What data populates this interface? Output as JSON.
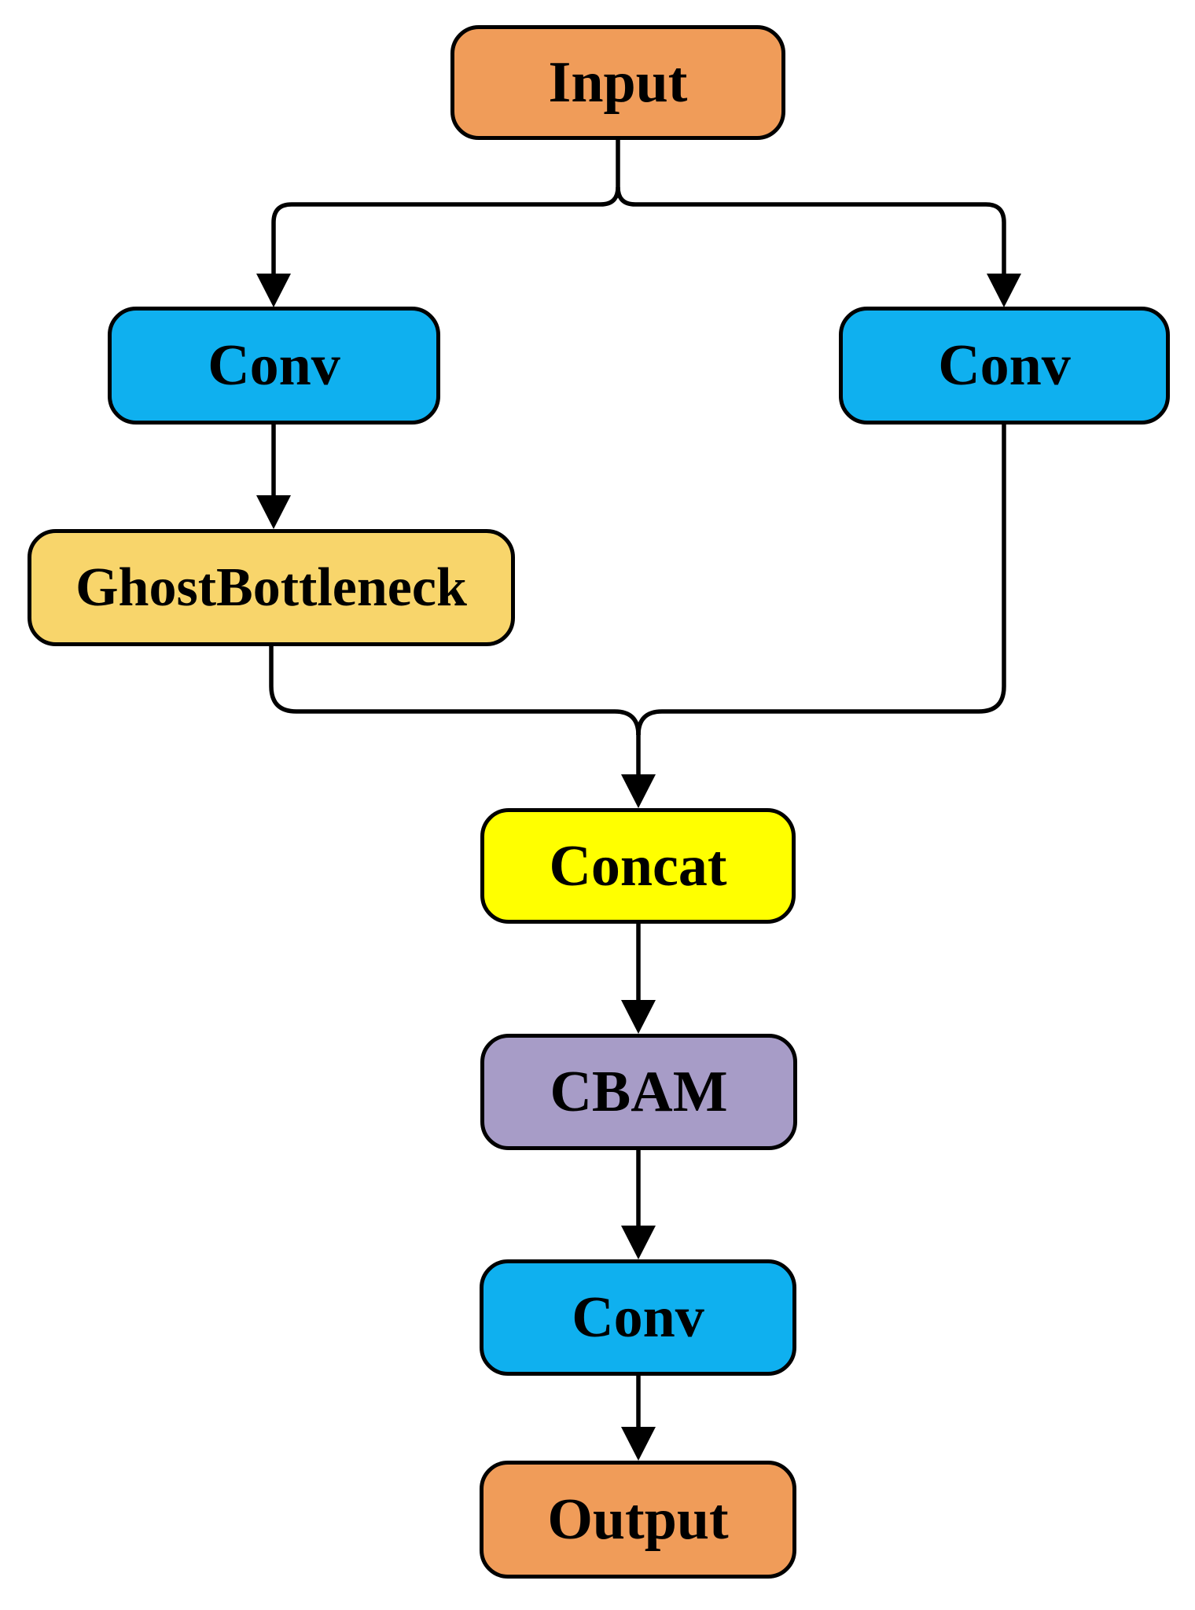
{
  "diagram": {
    "nodes": [
      {
        "id": "input",
        "label": "Input",
        "fill": "#F09C59"
      },
      {
        "id": "conv-left",
        "label": "Conv",
        "fill": "#0FB0EF"
      },
      {
        "id": "conv-right",
        "label": "Conv",
        "fill": "#0FB0EF"
      },
      {
        "id": "ghost-bottleneck",
        "label": "GhostBottleneck",
        "fill": "#F8D56B"
      },
      {
        "id": "concat",
        "label": "Concat",
        "fill": "#FFFF00"
      },
      {
        "id": "cbam",
        "label": "CBAM",
        "fill": "#A79CC7"
      },
      {
        "id": "conv-bottom",
        "label": "Conv",
        "fill": "#0FB0EF"
      },
      {
        "id": "output",
        "label": "Output",
        "fill": "#F09C59"
      }
    ],
    "edges": [
      {
        "from": "input",
        "to": "conv-left",
        "arrow": true
      },
      {
        "from": "input",
        "to": "conv-right",
        "arrow": true
      },
      {
        "from": "conv-left",
        "to": "ghost-bottleneck",
        "arrow": true
      },
      {
        "from": "ghost-bottleneck",
        "to": "concat",
        "arrow": true
      },
      {
        "from": "conv-right",
        "to": "concat",
        "arrow": true
      },
      {
        "from": "concat",
        "to": "cbam",
        "arrow": true
      },
      {
        "from": "cbam",
        "to": "conv-bottom",
        "arrow": true
      },
      {
        "from": "conv-bottom",
        "to": "output",
        "arrow": true
      }
    ],
    "colors": {
      "line": "#000000",
      "node_border": "#000000",
      "text": "#000000",
      "background": "#FFFFFF"
    }
  }
}
